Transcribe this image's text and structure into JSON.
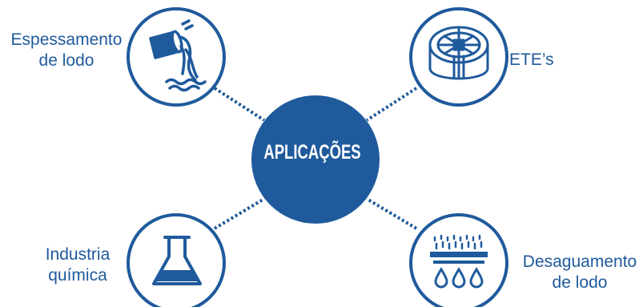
{
  "colors": {
    "primary": "#1f5a9c",
    "background": "#ffffff"
  },
  "center": {
    "label": "APLICAÇÕES"
  },
  "nodes": [
    {
      "id": "espessamento",
      "label_lines": [
        "Espessamento",
        "de lodo"
      ],
      "icon": "pipe-pouring-icon"
    },
    {
      "id": "etes",
      "label_lines": [
        "ETE’s"
      ],
      "icon": "treatment-tank-icon"
    },
    {
      "id": "industria",
      "label_lines": [
        "Industria",
        "química"
      ],
      "icon": "flask-icon"
    },
    {
      "id": "desaguamento",
      "label_lines": [
        "Desaguamento",
        "de lodo"
      ],
      "icon": "filter-drops-icon"
    }
  ]
}
